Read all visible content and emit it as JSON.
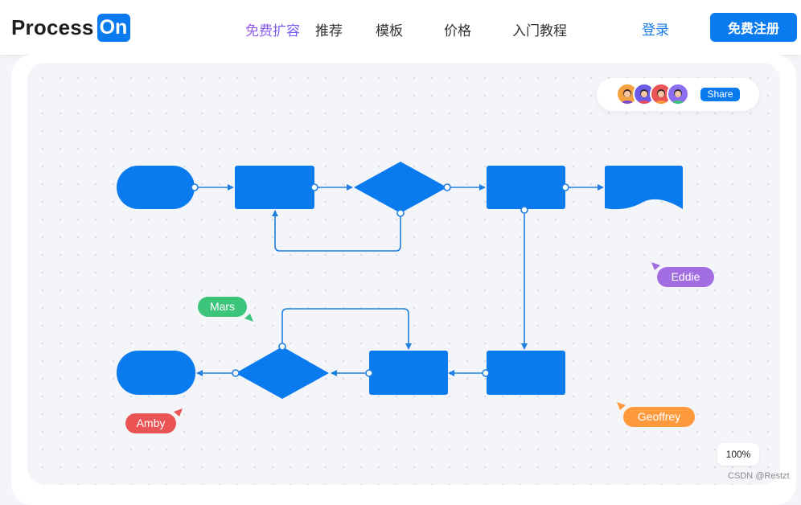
{
  "header": {
    "logo_text": "Process",
    "logo_badge": "On",
    "nav": [
      "免费扩容",
      "推荐",
      "模板",
      "价格",
      "入门教程"
    ],
    "login": "登录",
    "signup": "免费注册"
  },
  "canvas": {
    "share_label": "Share",
    "zoom": "100%"
  },
  "collaborators": [
    {
      "name": "Eddie",
      "color": "#a16de0"
    },
    {
      "name": "Mars",
      "color": "#3bc47a"
    },
    {
      "name": "Amby",
      "color": "#ea5455"
    },
    {
      "name": "Geoffrey",
      "color": "#ff9a3c"
    }
  ],
  "colors": {
    "brand": "#0a7bee",
    "shape_fill": "#0a7bee",
    "connector": "#1f7fe0"
  },
  "watermark": "CSDN @Restzt"
}
